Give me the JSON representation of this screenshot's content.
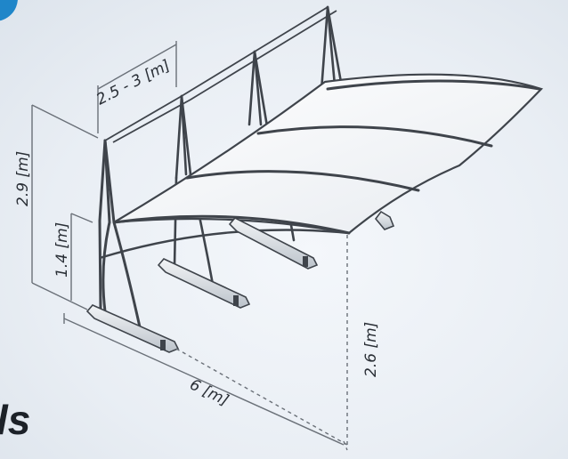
{
  "dimensions": {
    "bay_spacing": "2.5 - 3 [m]",
    "total_height": "2.9 [m]",
    "mid_height": "1.4 [m]",
    "length": "6 [m]",
    "clearance": "2.6 [m]"
  },
  "partial_text": "ls",
  "colors": {
    "structure": "#3f444b",
    "canopy": "#f7f8fa",
    "badge": "#1f86c9",
    "dim": "#6a7078"
  }
}
